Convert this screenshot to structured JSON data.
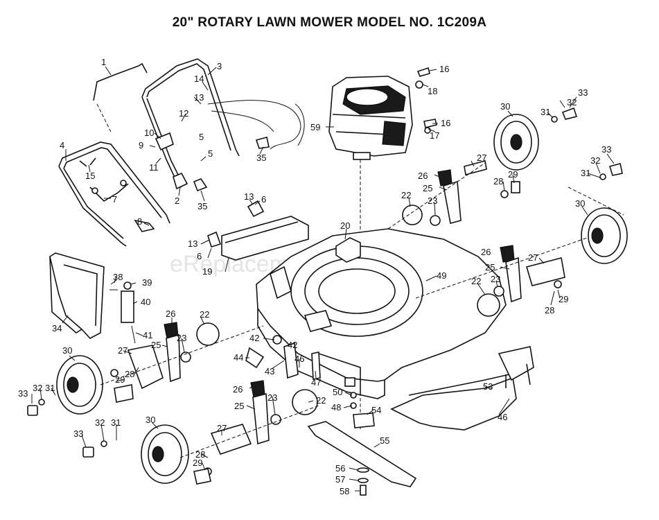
{
  "title": "20\" ROTARY LAWN MOWER MODEL NO.  1C209A",
  "watermark": "eReplacementParts.com",
  "callouts": {
    "c1": "1",
    "c3": "3",
    "c14": "14",
    "c13a": "13",
    "c12": "12",
    "c5a": "5",
    "c10": "10",
    "c9": "9",
    "c11": "11",
    "c5b": "5",
    "c2": "2",
    "c35a": "35",
    "c35b": "35",
    "c4": "4",
    "c15": "15",
    "c7": "7",
    "c8": "8",
    "c16a": "16",
    "c18": "18",
    "c59": "59",
    "c17": "17",
    "c16b": "16",
    "c30a": "30",
    "c32a": "32",
    "c33a": "33",
    "c31a": "31",
    "c33b": "33",
    "c32b": "32",
    "c31b": "31",
    "c26a": "26",
    "c25a": "25",
    "c27a": "27",
    "c29a": "29",
    "c28a": "28",
    "c22a": "22",
    "c23a": "23",
    "c30b": "30",
    "c13b": "13",
    "c6a": "6",
    "c20": "20",
    "c13c": "13",
    "c6b": "6",
    "c19": "19",
    "c26b": "26",
    "c25b": "25",
    "c27b": "27",
    "c49": "49",
    "c22b": "22",
    "c23b": "23",
    "c28b": "28",
    "c29b": "29",
    "c38": "38",
    "c39": "39",
    "c40": "40",
    "c34": "34",
    "c41": "41",
    "c26c": "26",
    "c22c": "22",
    "c25c": "25",
    "c23c": "23",
    "c42a": "42",
    "c42b": "42",
    "c44": "44",
    "c43": "43",
    "c46a": "46",
    "c47": "47",
    "c30c": "30",
    "c27c": "27",
    "c28c": "28",
    "c29c": "29",
    "c33c": "33",
    "c32c": "32",
    "c31c": "31",
    "c26d": "26",
    "c25d": "25",
    "c23d": "23",
    "c22d": "22",
    "c50": "50",
    "c48": "48",
    "c53": "53",
    "c54": "54",
    "c46b": "46",
    "c32d": "32",
    "c31d": "31",
    "c30d": "30",
    "c33d": "33",
    "c27d": "27",
    "c28d": "28",
    "c29d": "29",
    "c55": "55",
    "c56": "56",
    "c57": "57",
    "c58": "58"
  }
}
